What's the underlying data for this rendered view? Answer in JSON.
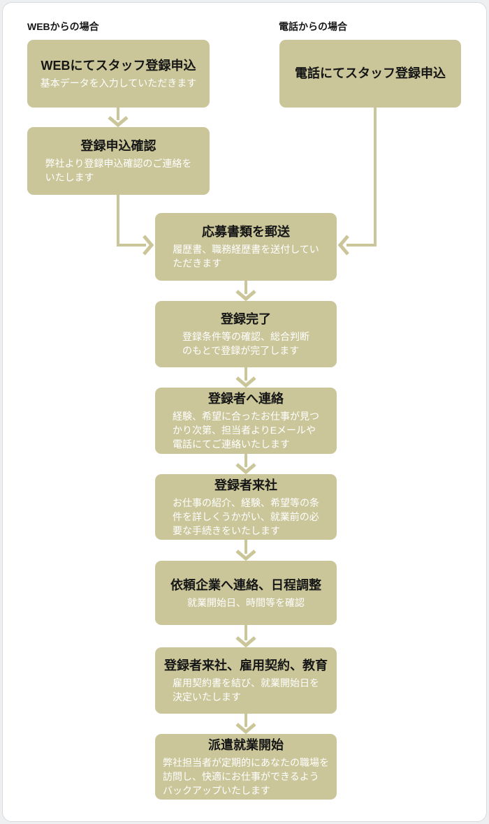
{
  "colors": {
    "accent": "#cac69a",
    "box_title": "#161616",
    "box_subtitle": "#ffffff",
    "page_background": "#edeff0",
    "card_background": "#ffffff",
    "card_border": "#d8dbdd"
  },
  "labels": {
    "web_path": "WEBからの場合",
    "phone_path": "電話からの場合"
  },
  "boxes": [
    {
      "id": "web-apply",
      "title": "WEBにてスタッフ登録申込",
      "subtitle": "基本データを入力していただきます"
    },
    {
      "id": "apply-confirm",
      "title": "登録申込確認",
      "subtitle": "弊社より登録申込確認のご連絡を\nいたします"
    },
    {
      "id": "phone-apply",
      "title": "電話にてスタッフ登録申込",
      "subtitle": ""
    },
    {
      "id": "mail-documents",
      "title": "応募書類を郵送",
      "subtitle": "履歴書、職務経歴書を送付してい\nただきます"
    },
    {
      "id": "registration-complete",
      "title": "登録完了",
      "subtitle": "登録条件等の確認、総合判断\nのもとで登録が完了します"
    },
    {
      "id": "contact-registrant",
      "title": "登録者へ連絡",
      "subtitle": "経験、希望に合ったお仕事が見つ\nかり次第、担当者よりEメールや\n電話にてご連絡いたします"
    },
    {
      "id": "registrant-visit",
      "title": "登録者来社",
      "subtitle": "お仕事の紹介、経験、希望等の条\n件を詳しくうかがい、就業前の必\n要な手続きをいたします"
    },
    {
      "id": "client-schedule",
      "title": "依頼企業へ連絡、日程調整",
      "subtitle": "就業開始日、時間等を確認"
    },
    {
      "id": "contract-training",
      "title": "登録者来社、雇用契約、教育",
      "subtitle": "雇用契約書を結び、就業開始日を\n決定いたします"
    },
    {
      "id": "dispatch-start",
      "title": "派遣就業開始",
      "subtitle": "弊社担当者が定期的にあなたの職場を\n訪問し、快適にお仕事ができるよう\nバックアップいたします"
    }
  ]
}
